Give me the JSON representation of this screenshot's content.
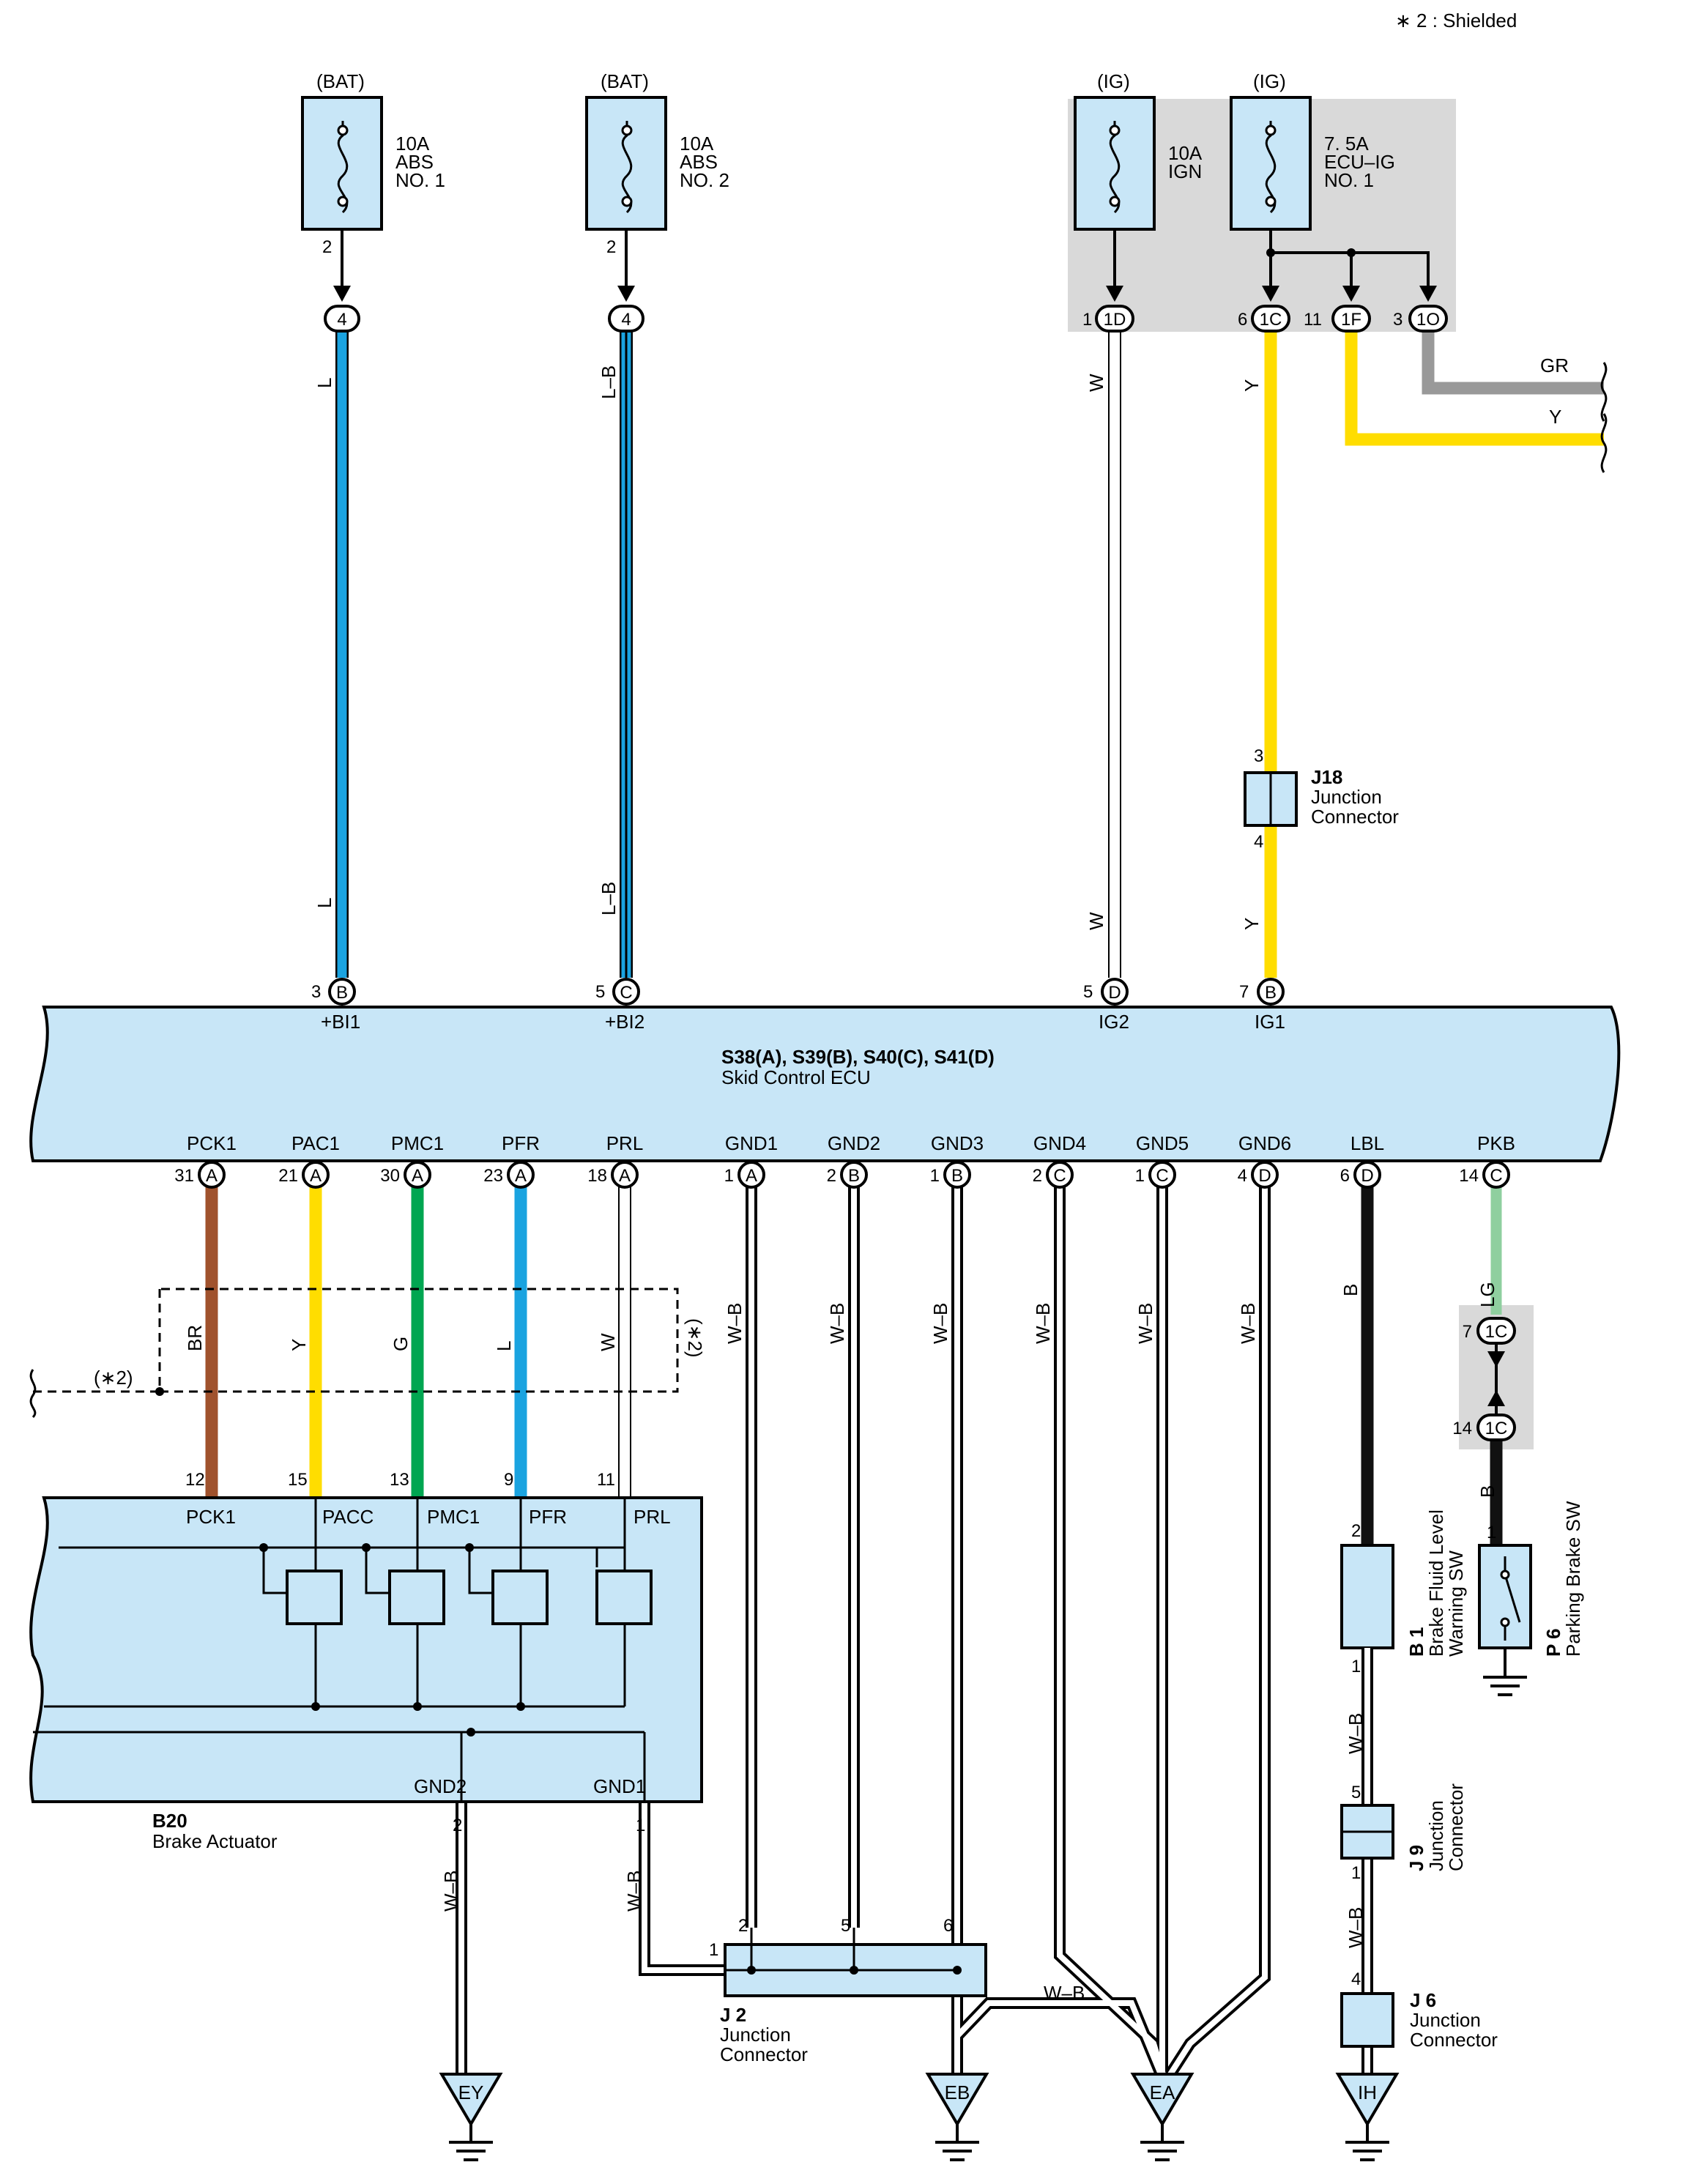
{
  "note": "∗ 2 : Shielded",
  "colors": {
    "ecu_fill": "#c8e6f7",
    "shade": "#d9d9d9",
    "L": "#1aa3e0",
    "Y": "#ffdd00",
    "BR": "#a0522d",
    "G": "#00a651",
    "LG": "#8fcf9f",
    "GR": "#999999",
    "B": "#111111",
    "W": "#ffffff"
  },
  "fuses": [
    {
      "id": "fuse-abs1",
      "supply": "(BAT)",
      "rating": "10A",
      "line1": "ABS",
      "line2": "NO. 1",
      "pin": "2",
      "conn": "4"
    },
    {
      "id": "fuse-abs2",
      "supply": "(BAT)",
      "rating": "10A",
      "line1": "ABS",
      "line2": "NO. 2",
      "pin": "2",
      "conn": "4"
    },
    {
      "id": "fuse-ign",
      "supply": "(IG)",
      "rating": "10A",
      "line1": "IGN",
      "line2": "",
      "pin": "1",
      "conn": "1D"
    },
    {
      "id": "fuse-ecuig",
      "supply": "(IG)",
      "rating": "7. 5A",
      "line1": "ECU–IG",
      "line2": "NO. 1",
      "pin": "6",
      "conn": "1C"
    }
  ],
  "extra_conns": [
    {
      "pin": "11",
      "conn": "1F",
      "wire": "Y"
    },
    {
      "pin": "3",
      "conn": "1O",
      "wire": "GR"
    }
  ],
  "wire_labels": {
    "abs1_top": "L",
    "abs1_bot": "L",
    "abs2_top": "L–B",
    "abs2_bot": "L–B",
    "ign_top": "W",
    "ign_bot": "W",
    "ecuig_top": "Y",
    "ecuig_bot": "Y",
    "gr": "GR",
    "y": "Y"
  },
  "j18": {
    "id": "J18",
    "line1": "Junction",
    "line2": "Connector",
    "pin_in": "3",
    "pin_out": "4"
  },
  "ecu": {
    "title": "S38(A), S39(B), S40(C), S41(D)",
    "subtitle": "Skid Control ECU",
    "top_pins": [
      {
        "pin": "3",
        "conn": "B",
        "name": "+BI1"
      },
      {
        "pin": "5",
        "conn": "C",
        "name": "+BI2"
      },
      {
        "pin": "5",
        "conn": "D",
        "name": "IG2"
      },
      {
        "pin": "7",
        "conn": "B",
        "name": "IG1"
      }
    ],
    "bottom_pins": [
      {
        "name": "PCK1",
        "pin": "31",
        "conn": "A",
        "wire": "BR"
      },
      {
        "name": "PAC1",
        "pin": "21",
        "conn": "A",
        "wire": "Y"
      },
      {
        "name": "PMC1",
        "pin": "30",
        "conn": "A",
        "wire": "G"
      },
      {
        "name": "PFR",
        "pin": "23",
        "conn": "A",
        "wire": "L"
      },
      {
        "name": "PRL",
        "pin": "18",
        "conn": "A",
        "wire": "W"
      },
      {
        "name": "GND1",
        "pin": "1",
        "conn": "A",
        "wire": "W–B"
      },
      {
        "name": "GND2",
        "pin": "2",
        "conn": "B",
        "wire": "W–B"
      },
      {
        "name": "GND3",
        "pin": "1",
        "conn": "B",
        "wire": "W–B"
      },
      {
        "name": "GND4",
        "pin": "2",
        "conn": "C",
        "wire": "W–B"
      },
      {
        "name": "GND5",
        "pin": "1",
        "conn": "C",
        "wire": "W–B"
      },
      {
        "name": "GND6",
        "pin": "4",
        "conn": "D",
        "wire": "W–B"
      },
      {
        "name": "LBL",
        "pin": "6",
        "conn": "D",
        "wire": "B"
      },
      {
        "name": "PKB",
        "pin": "14",
        "conn": "C",
        "wire": "LG"
      }
    ]
  },
  "shield": {
    "label_left": "(∗2)",
    "label_right": "(∗2)"
  },
  "actuator": {
    "id": "B20",
    "name": "Brake Actuator",
    "top_pins": [
      {
        "name": "PCK1",
        "pin": "12"
      },
      {
        "name": "PACC",
        "pin": "15"
      },
      {
        "name": "PMC1",
        "pin": "13"
      },
      {
        "name": "PFR",
        "pin": "9"
      },
      {
        "name": "PRL",
        "pin": "11"
      }
    ],
    "gnd2": {
      "name": "GND2",
      "pin": "2"
    },
    "gnd1": {
      "name": "GND1",
      "pin": "1"
    }
  },
  "actuator_wires": {
    "gnd2": "W–B",
    "gnd1": "W–B"
  },
  "j2": {
    "id": "J 2",
    "line1": "Junction",
    "line2": "Connector",
    "pins": [
      "1",
      "2",
      "5",
      "6"
    ]
  },
  "wb_bottom": "W–B",
  "b1": {
    "id": "B 1",
    "line1": "Brake Fluid Level",
    "line2": "Warning SW",
    "pin_top": "2",
    "pin_bot": "1"
  },
  "p6": {
    "id": "P 6",
    "name": "Parking Brake SW",
    "pin": "1"
  },
  "pkb_conn": {
    "pin_a": "7",
    "pin_b": "14",
    "conn": "1C",
    "wire_top": "LG",
    "wire_bot": "B"
  },
  "j9": {
    "id": "J 9",
    "line1": "Junction",
    "line2": "Connector",
    "pin_top": "5",
    "pin_bot": "1"
  },
  "j6": {
    "id": "J 6",
    "line1": "Junction",
    "line2": "Connector",
    "pin_top": "4"
  },
  "lbl_wires": {
    "w1": "W–B",
    "w2": "W–B"
  },
  "grounds": [
    "EY",
    "EB",
    "EA",
    "IH"
  ]
}
